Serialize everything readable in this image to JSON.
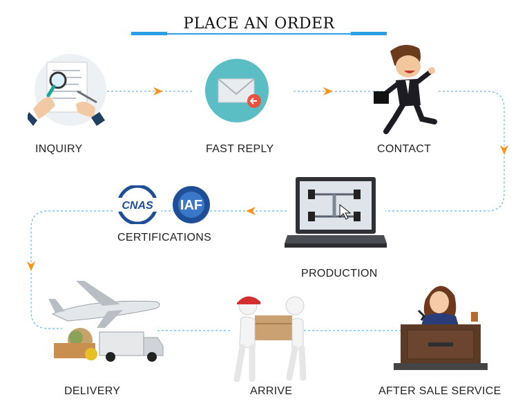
{
  "title": "PLACE AN ORDER",
  "colors": {
    "accent": "#2b9fe6",
    "arrow": "#f7941d",
    "dashed_line": "#62b7ea"
  },
  "steps": [
    {
      "label": "INQUIRY",
      "icon": "document-magnifier-icon"
    },
    {
      "label": "FAST REPLY",
      "icon": "envelope-icon"
    },
    {
      "label": "CONTACT",
      "icon": "businessman-running-icon"
    },
    {
      "label": "PRODUCTION",
      "icon": "laptop-icon"
    },
    {
      "label": "CERTIFICATIONS",
      "icon": "certification-logos-icon"
    },
    {
      "label": "DELIVERY",
      "icon": "plane-truck-icon"
    },
    {
      "label": "ARRIVE",
      "icon": "movers-box-icon"
    },
    {
      "label": "AFTER SALE SERVICE",
      "icon": "service-desk-icon"
    }
  ],
  "logos": {
    "cnas": "CNAS",
    "iaf": "IAF"
  }
}
